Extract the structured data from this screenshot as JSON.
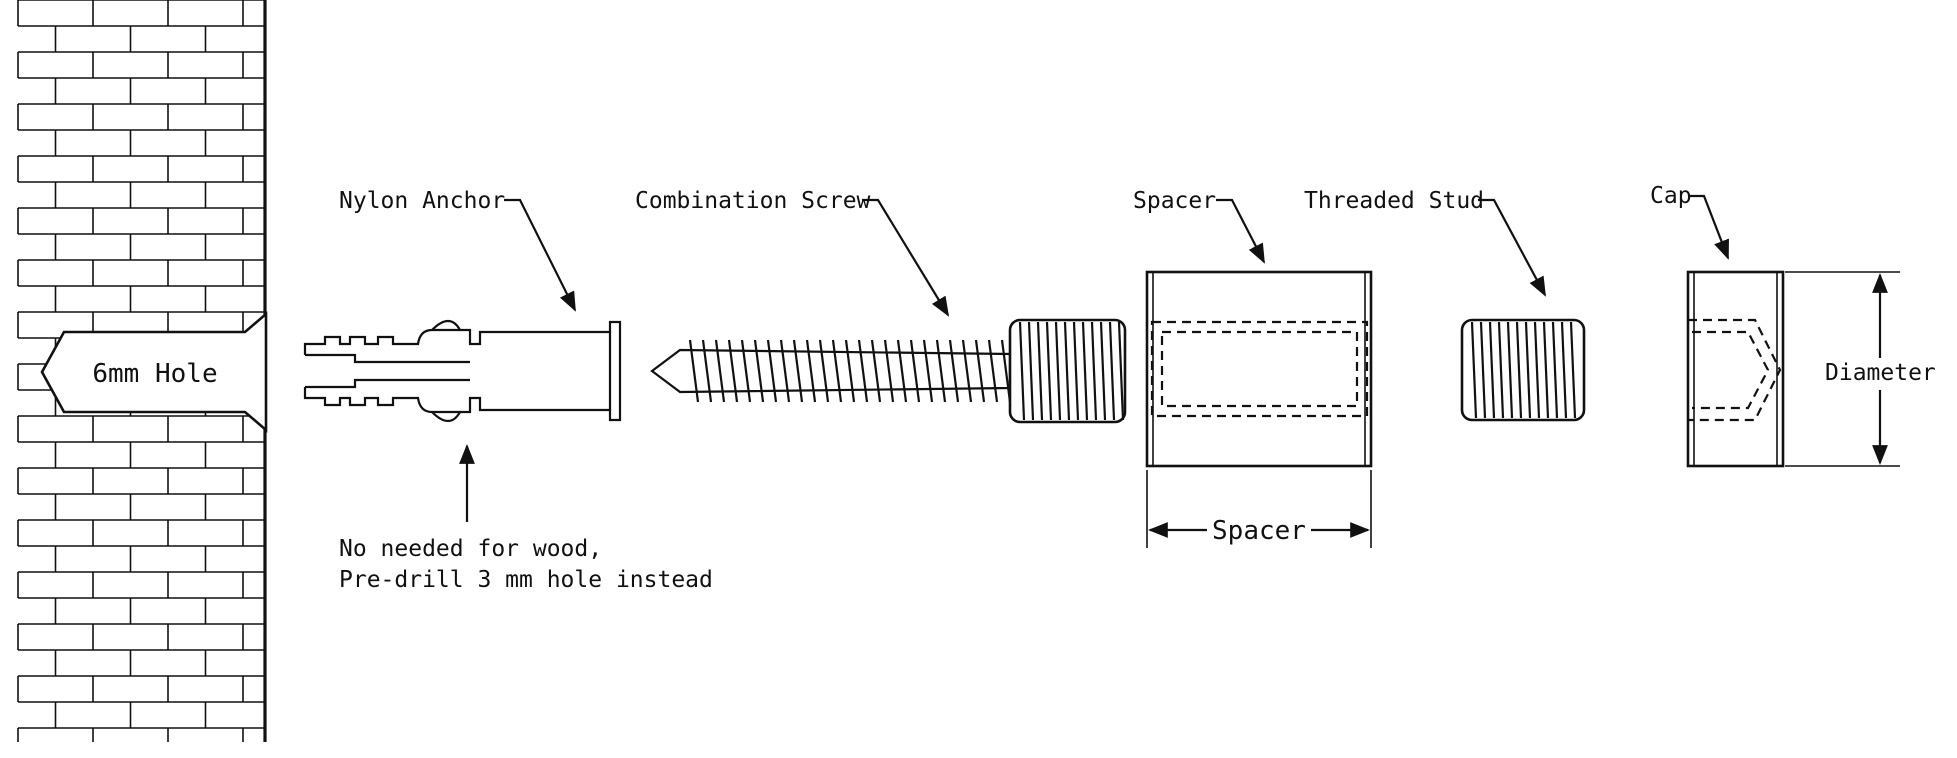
{
  "labels": {
    "hole": "6mm Hole",
    "nylon_anchor": "Nylon Anchor",
    "combination_screw": "Combination Screw",
    "spacer": "Spacer",
    "threaded_stud": "Threaded Stud",
    "cap": "Cap",
    "spacer_dimension": "Spacer",
    "diameter_dimension": "Diameter",
    "note_line1": "No needed for wood,",
    "note_line2": "Pre-drill 3 mm hole instead"
  }
}
